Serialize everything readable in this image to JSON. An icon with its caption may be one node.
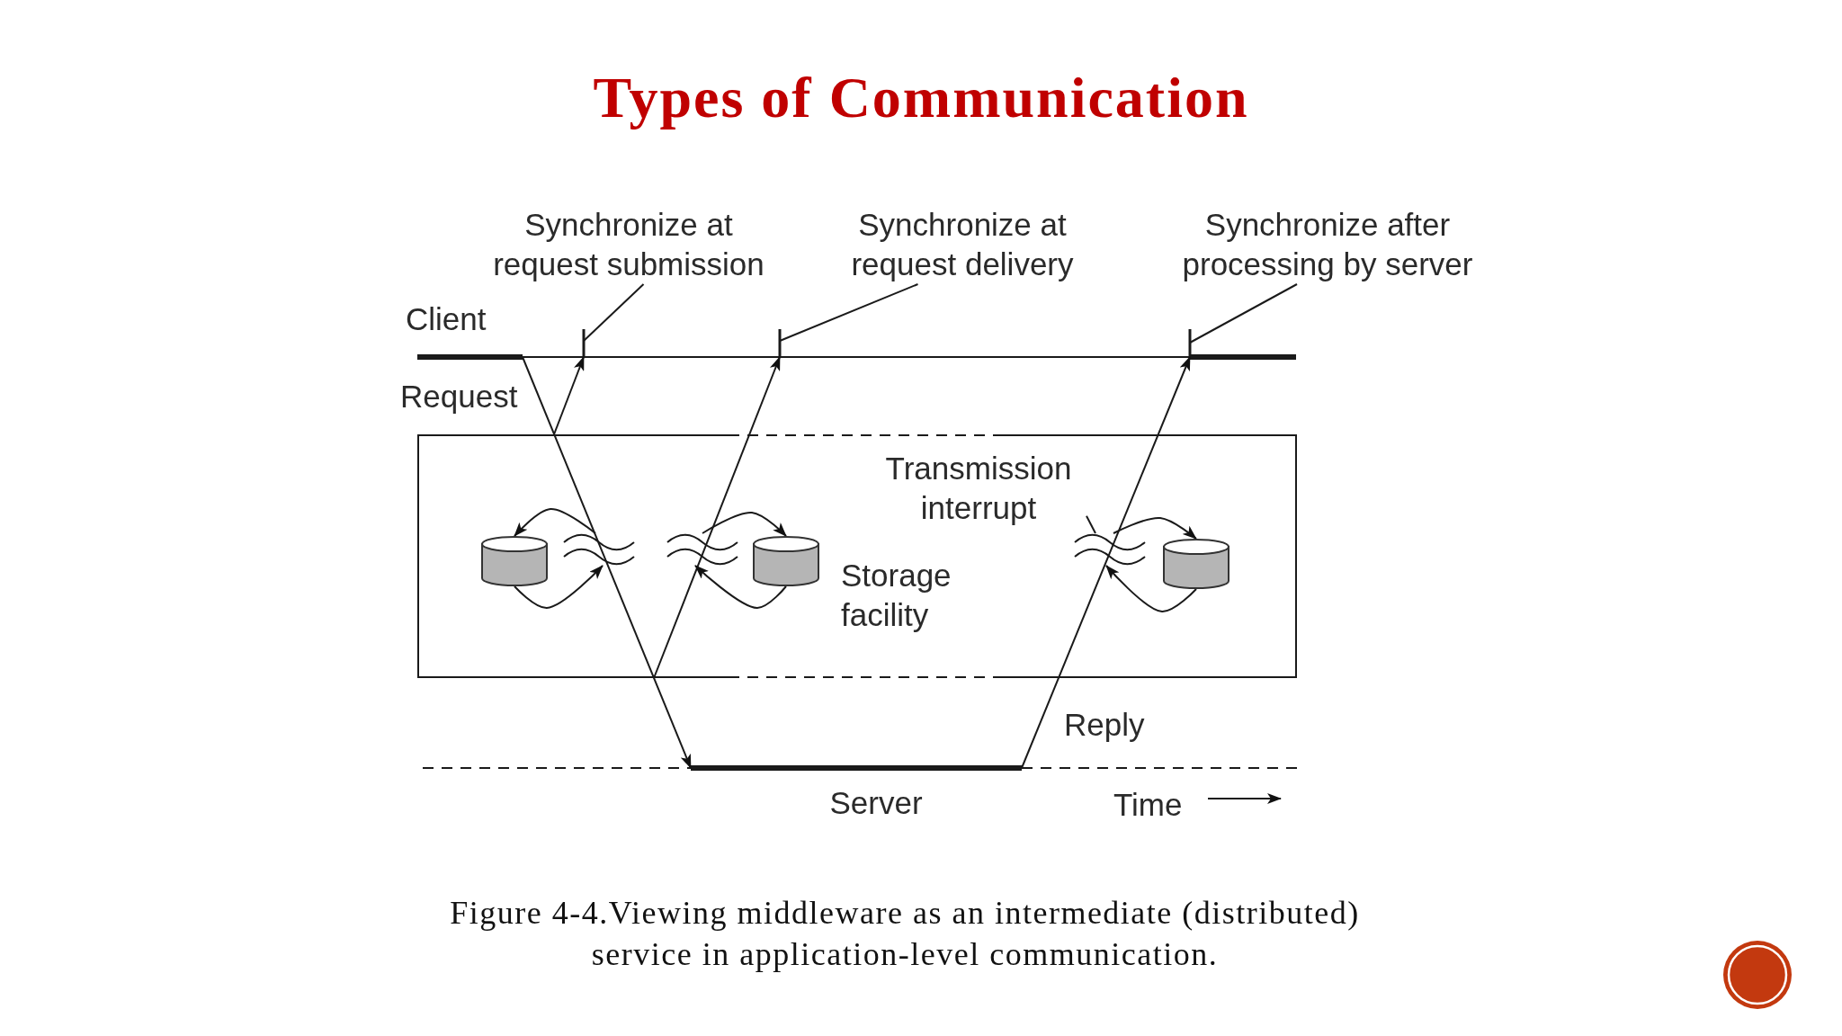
{
  "diagram": {
    "title": "Types of Communication",
    "caption": "Figure 4-4.Viewing middleware as an intermediate (distributed) service in application-level communication.",
    "nodes": [
      {
        "text": [
          "Synchronize at request submission"
        ]
      },
      {
        "text": [
          "Synchronize at request delivery"
        ]
      },
      {
        "text": [
          "Synchronize after processing by server"
        ]
      },
      {
        "text": [],
        "shape": "box"
      },
      {
        "text": [
          "Transmission interrupt"
        ],
        "in": 3
      },
      {
        "text": [],
        "shape": "cylinder",
        "in": 3
      },
      {
        "text": [],
        "shape": "wave",
        "in": 3
      },
      {
        "text": [],
        "shape": "wave",
        "in": 3
      },
      {
        "text": [],
        "shape": "cylinder",
        "in": 3
      },
      {
        "text": [],
        "shape": "wave",
        "in": 3
      },
      {
        "text": [],
        "shape": "cylinder",
        "in": 3
      }
    ],
    "edges": [
      {
        "from": 0,
        "to": null,
        "arrow": "none"
      },
      {
        "from": 1,
        "to": null,
        "arrow": "none"
      },
      {
        "from": 2,
        "to": null,
        "arrow": "none"
      },
      {
        "from": 4,
        "to": 9,
        "arrow": "none"
      },
      {
        "from": 6,
        "to": 5,
        "arrow": "to"
      },
      {
        "from": 5,
        "to": 6,
        "arrow": "to"
      },
      {
        "from": 7,
        "to": 8,
        "arrow": "to"
      },
      {
        "from": 8,
        "to": 7,
        "arrow": "to"
      },
      {
        "from": 9,
        "to": 10,
        "arrow": "to"
      },
      {
        "from": 10,
        "to": 9,
        "arrow": "to"
      }
    ],
    "labels": [
      "Client",
      "Request",
      "Storage facility",
      "Reply",
      "Server",
      "Time"
    ]
  }
}
